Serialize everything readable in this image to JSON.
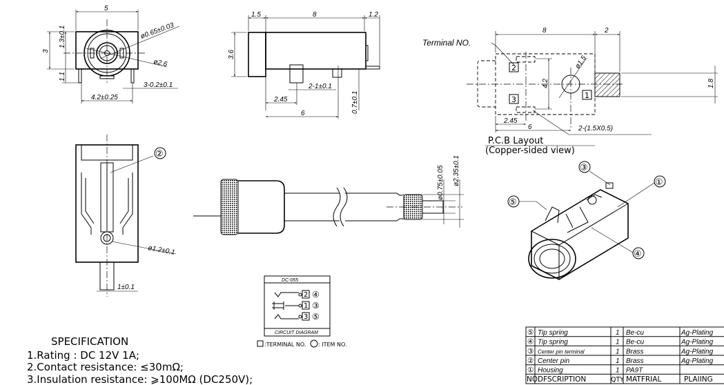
{
  "front_view": {
    "width": "5",
    "height": "3",
    "offset": "1.3±0.1",
    "pin_len": "1.1",
    "pin_dia": "ø0.65±0.03",
    "hole_dia": "ø2.6",
    "pin_width": "3-0.2±0.1",
    "pin_pitch": "4.2±0.25"
  },
  "side_view": {
    "cap": "1.5",
    "length": "8",
    "rear": "1.2",
    "height": "3.6",
    "pin_w": "2-1±0.1",
    "pin_pos": "2.45",
    "pin_span": "6",
    "pin_h": "0.7±0.1"
  },
  "pcb": {
    "terminal_label": "Terminal NO.",
    "length": "8",
    "rear": "2",
    "pitch": "4.2",
    "hole": "ø1.5",
    "hatch_h": "1.8",
    "pos1": "2.45",
    "pos2": "6",
    "pad": "2-(1.5X0.5)",
    "title": "P.C.B Layout",
    "subtitle": "(Copper-sided view)",
    "terminals": [
      "2",
      "3",
      "1"
    ]
  },
  "bottom_view": {
    "item": "②",
    "hole": "ø1.2±0.1",
    "pin": "1±0.1"
  },
  "plug": {
    "tip_dia": "ø0.75±0.05",
    "body_dia": "ø2.35±0.1"
  },
  "iso_view": {
    "callouts": [
      "③",
      "①",
      "⑤",
      "④"
    ]
  },
  "circuit": {
    "title": "DC-055",
    "caption": "CIRCUIT DIAGRAM",
    "terminals": [
      "2",
      "1",
      "3"
    ],
    "items": [
      "④",
      "③",
      "⑤"
    ],
    "legend_terminal": ":TERMINAL NO.",
    "legend_item": ": ITEM NO."
  },
  "specification": {
    "title": "SPECIFICATION",
    "lines": [
      "1.Rating  : DC 12V 1A;",
      "2.Contact resistance: ≤30mΩ;",
      "3.Insulation resistance: ⩾100MΩ (DC250V);"
    ]
  },
  "bom": {
    "headers": [
      "NO.",
      "DFSCRIPTION",
      "QTY",
      "MATFRIAL",
      "PLAIING"
    ],
    "rows": [
      {
        "no": "⑤",
        "desc": "Tip spring",
        "qty": "1",
        "mat": "Be-cu",
        "plating": "Ag-Plating"
      },
      {
        "no": "④",
        "desc": "Tip spring",
        "qty": "1",
        "mat": "Be-cu",
        "plating": "Ag-Plating"
      },
      {
        "no": "③",
        "desc": "Center pin terminal",
        "qty": "1",
        "mat": "Brass",
        "plating": "Ag-Plating"
      },
      {
        "no": "②",
        "desc": "Center pin",
        "qty": "1",
        "mat": "Brass",
        "plating": "Ag-Plating"
      },
      {
        "no": "①",
        "desc": "Housing",
        "qty": "1",
        "mat": "PA9T",
        "plating": ""
      }
    ]
  }
}
